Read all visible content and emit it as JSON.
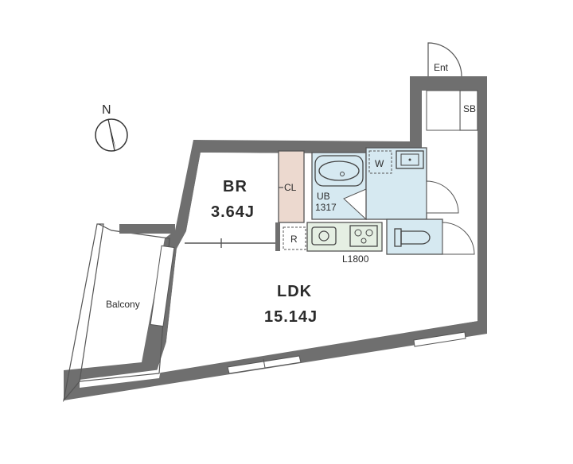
{
  "compass": {
    "label": "N",
    "icon": "north-arrow-icon"
  },
  "rooms": {
    "entrance": "Ent",
    "shoe_box": "SB",
    "bedroom": {
      "name": "BR",
      "area": "3.64J"
    },
    "closet": "CL",
    "unit_bath": {
      "name": "UB",
      "size": "1317"
    },
    "washer": "W",
    "refrigerator": "R",
    "kitchen": "L1800",
    "ldk": {
      "name": "LDK",
      "area": "15.14J"
    },
    "balcony": "Balcony"
  },
  "colors": {
    "wall": "#6f6f6f",
    "wet_area": "#d6e9f1",
    "closet": "#ecd9cf",
    "kitchen": "#e5efe3",
    "background": "#ffffff"
  }
}
